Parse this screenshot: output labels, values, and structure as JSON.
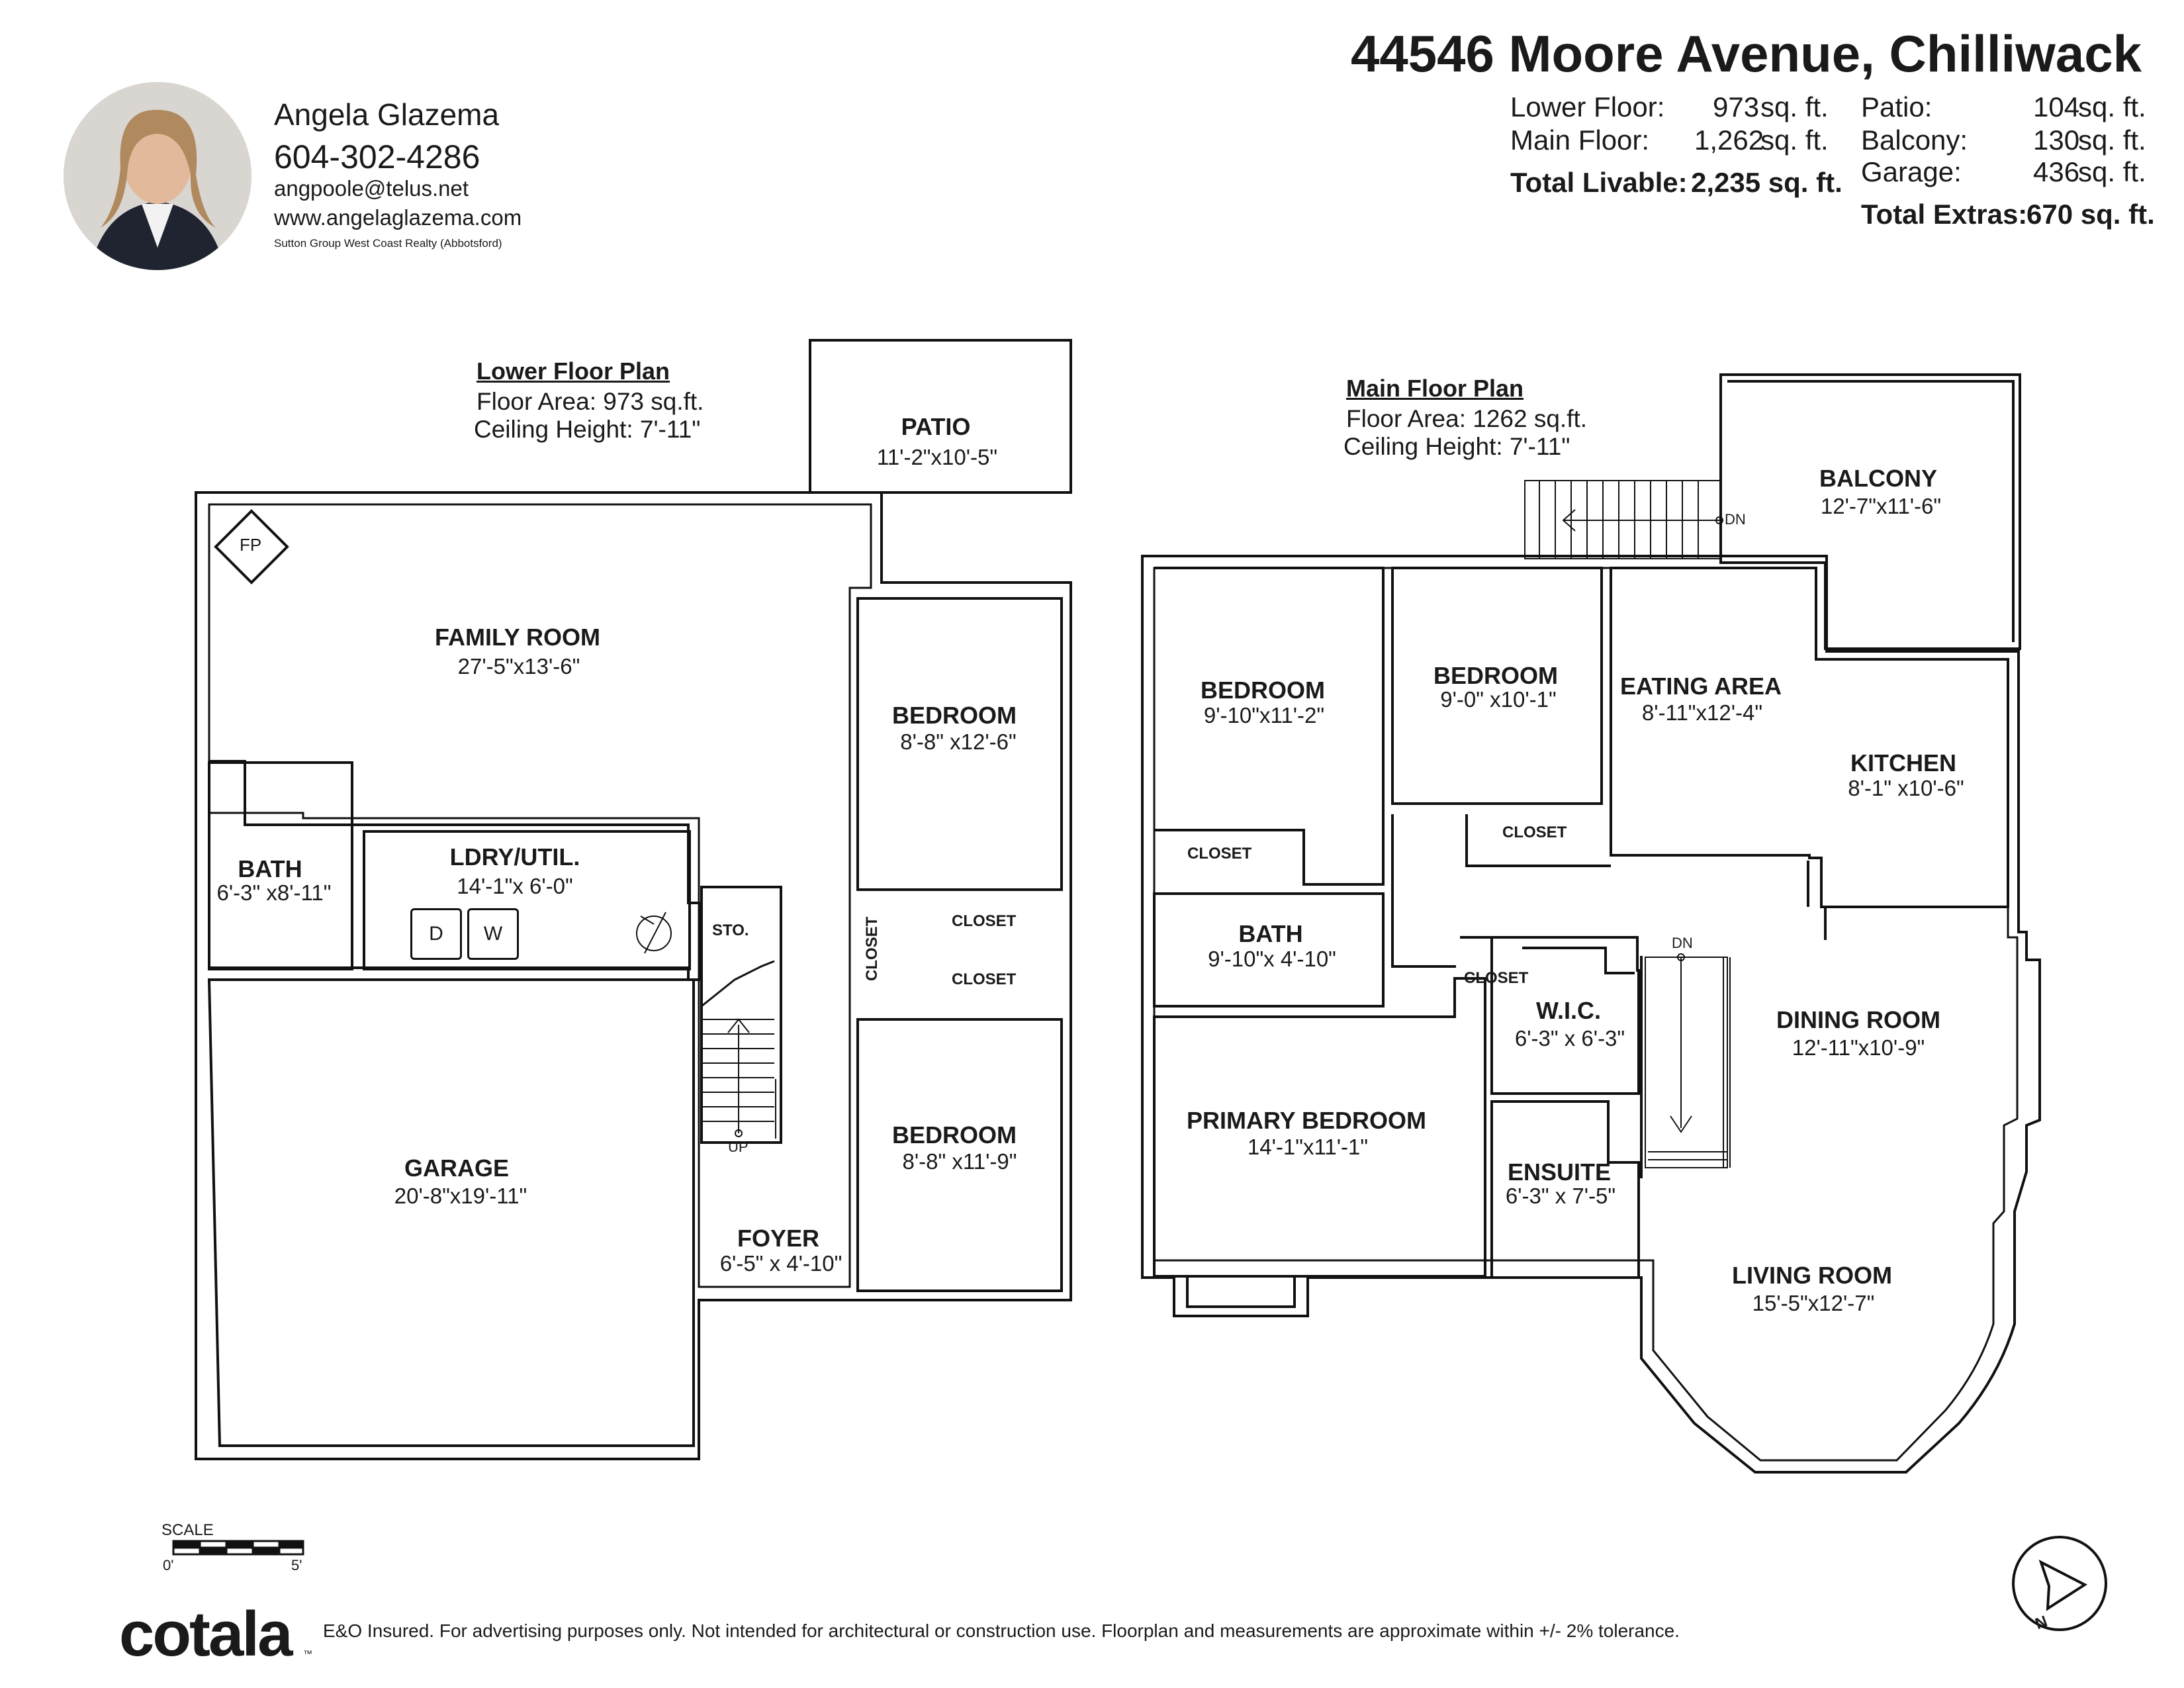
{
  "header": {
    "address": "44546 Moore Avenue, Chilliwack",
    "stats_left": [
      {
        "label": "Lower Floor:",
        "value": "973",
        "unit": "sq. ft."
      },
      {
        "label": "Main Floor:",
        "value": "1,262",
        "unit": "sq. ft."
      }
    ],
    "total_livable": {
      "label": "Total Livable:",
      "value": "2,235 sq. ft."
    },
    "stats_right": [
      {
        "label": "Patio:",
        "value": "104",
        "unit": "sq. ft."
      },
      {
        "label": "Balcony:",
        "value": "130",
        "unit": "sq. ft."
      },
      {
        "label": "Garage:",
        "value": "436",
        "unit": "sq. ft."
      }
    ],
    "total_extras": {
      "label": "Total Extras:",
      "value": "670 sq. ft."
    }
  },
  "agent": {
    "name": "Angela Glazema",
    "phone": "604-302-4286",
    "email": "angpoole@telus.net",
    "website": "www.angelaglazema.com",
    "brokerage": "Sutton Group West Coast Realty (Abbotsford)"
  },
  "lower_plan": {
    "title": "Lower Floor Plan",
    "area": "Floor Area: 973 sq.ft.",
    "ceiling": "Ceiling Height: 7'-11\"",
    "rooms": {
      "patio": {
        "name": "PATIO",
        "dims": "11'-2\"x10'-5\""
      },
      "family": {
        "name": "FAMILY ROOM",
        "dims": "27'-5\"x13'-6\""
      },
      "bedroom1": {
        "name": "BEDROOM",
        "dims": "8'-8\" x12'-6\""
      },
      "bath": {
        "name": "BATH",
        "dims": "6'-3\" x8'-11\""
      },
      "laundry": {
        "name": "LDRY/UTIL.",
        "dims": "14'-1\"x 6'-0\""
      },
      "storage": {
        "name": "STO."
      },
      "garage": {
        "name": "GARAGE",
        "dims": "20'-8\"x19'-11\""
      },
      "bedroom2": {
        "name": "BEDROOM",
        "dims": "8'-8\" x11'-9\""
      },
      "foyer": {
        "name": "FOYER",
        "dims": "6'-5\" x 4'-10\""
      }
    },
    "closet_labels": [
      "CLOSET",
      "CLOSET",
      "CLOSET"
    ],
    "fixtures": {
      "fireplace": "FP",
      "dryer": "D",
      "washer": "W",
      "stairs": "UP"
    }
  },
  "main_plan": {
    "title": "Main Floor Plan",
    "area": "Floor Area: 1262 sq.ft.",
    "ceiling": "Ceiling Height: 7'-11\"",
    "rooms": {
      "balcony": {
        "name": "BALCONY",
        "dims": "12'-7\"x11'-6\""
      },
      "bedroom1": {
        "name": "BEDROOM",
        "dims": "9'-10\"x11'-2\""
      },
      "bedroom2": {
        "name": "BEDROOM",
        "dims": "9'-0\" x10'-1\""
      },
      "eating": {
        "name": "EATING AREA",
        "dims": "8'-11\"x12'-4\""
      },
      "kitchen": {
        "name": "KITCHEN",
        "dims": "8'-1\" x10'-6\""
      },
      "bath": {
        "name": "BATH",
        "dims": "9'-10\"x 4'-10\""
      },
      "wic": {
        "name": "W.I.C.",
        "dims": "6'-3\" x 6'-3\""
      },
      "dining": {
        "name": "DINING ROOM",
        "dims": "12'-11\"x10'-9\""
      },
      "primary": {
        "name": "PRIMARY BEDROOM",
        "dims": "14'-1\"x11'-1\""
      },
      "ensuite": {
        "name": "ENSUITE",
        "dims": "6'-3\" x 7'-5\""
      },
      "living": {
        "name": "LIVING ROOM",
        "dims": "15'-5\"x12'-7\""
      }
    },
    "closet_labels": [
      "CLOSET",
      "CLOSET",
      "CLOSET"
    ],
    "stairs": [
      "DN",
      "DN"
    ]
  },
  "scale": {
    "label": "SCALE",
    "start": "0'",
    "end": "5'"
  },
  "compass": "N",
  "footer": {
    "logo": "cotala",
    "trademark": "™",
    "disclaimer": "E&O Insured. For advertising purposes only. Not intended for architectural or construction use. Floorplan and measurements are approximate within +/- 2% tolerance."
  }
}
